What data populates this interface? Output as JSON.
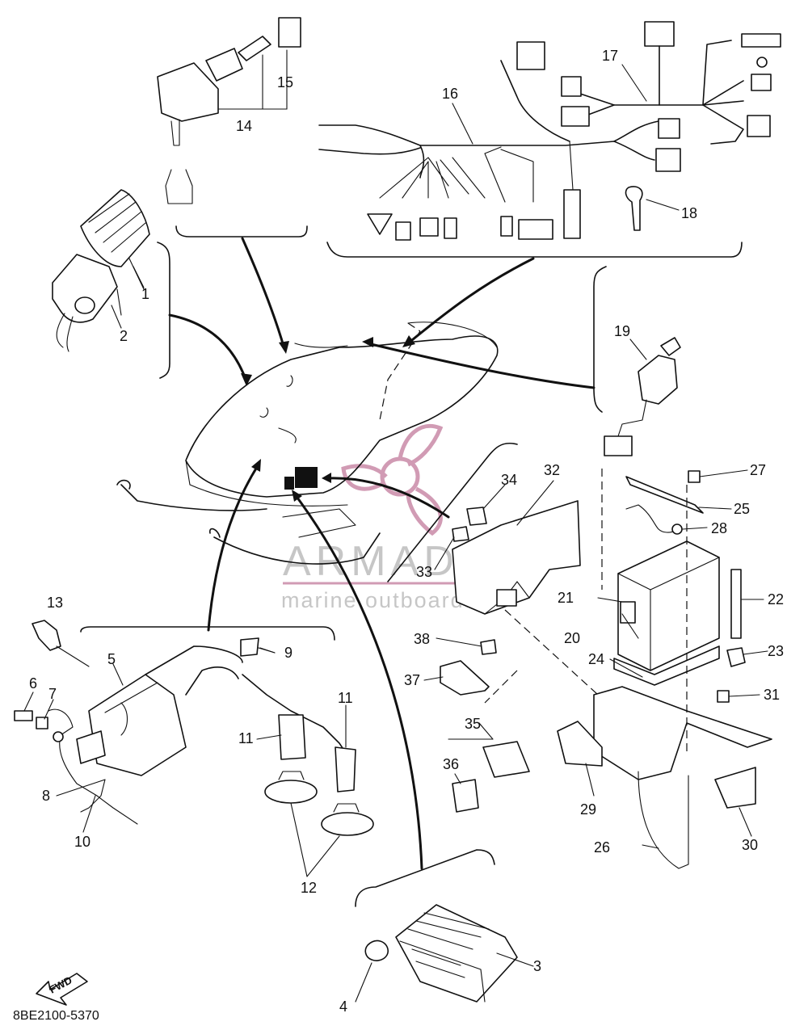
{
  "diagram_code": "8BE2100-5370",
  "fwd_label": "FWD",
  "watermark": {
    "name": "ARMADA",
    "subtitle": "marine outboards",
    "color": "#c98aa8"
  },
  "callouts": [
    "1",
    "2",
    "3",
    "4",
    "5",
    "6",
    "7",
    "8",
    "9",
    "10",
    "11",
    "12",
    "13",
    "14",
    "15",
    "16",
    "17",
    "18",
    "19",
    "20",
    "21",
    "22",
    "23",
    "24",
    "25",
    "26",
    "27",
    "28",
    "29",
    "30",
    "31",
    "32",
    "33",
    "34",
    "35",
    "36",
    "37",
    "38"
  ]
}
